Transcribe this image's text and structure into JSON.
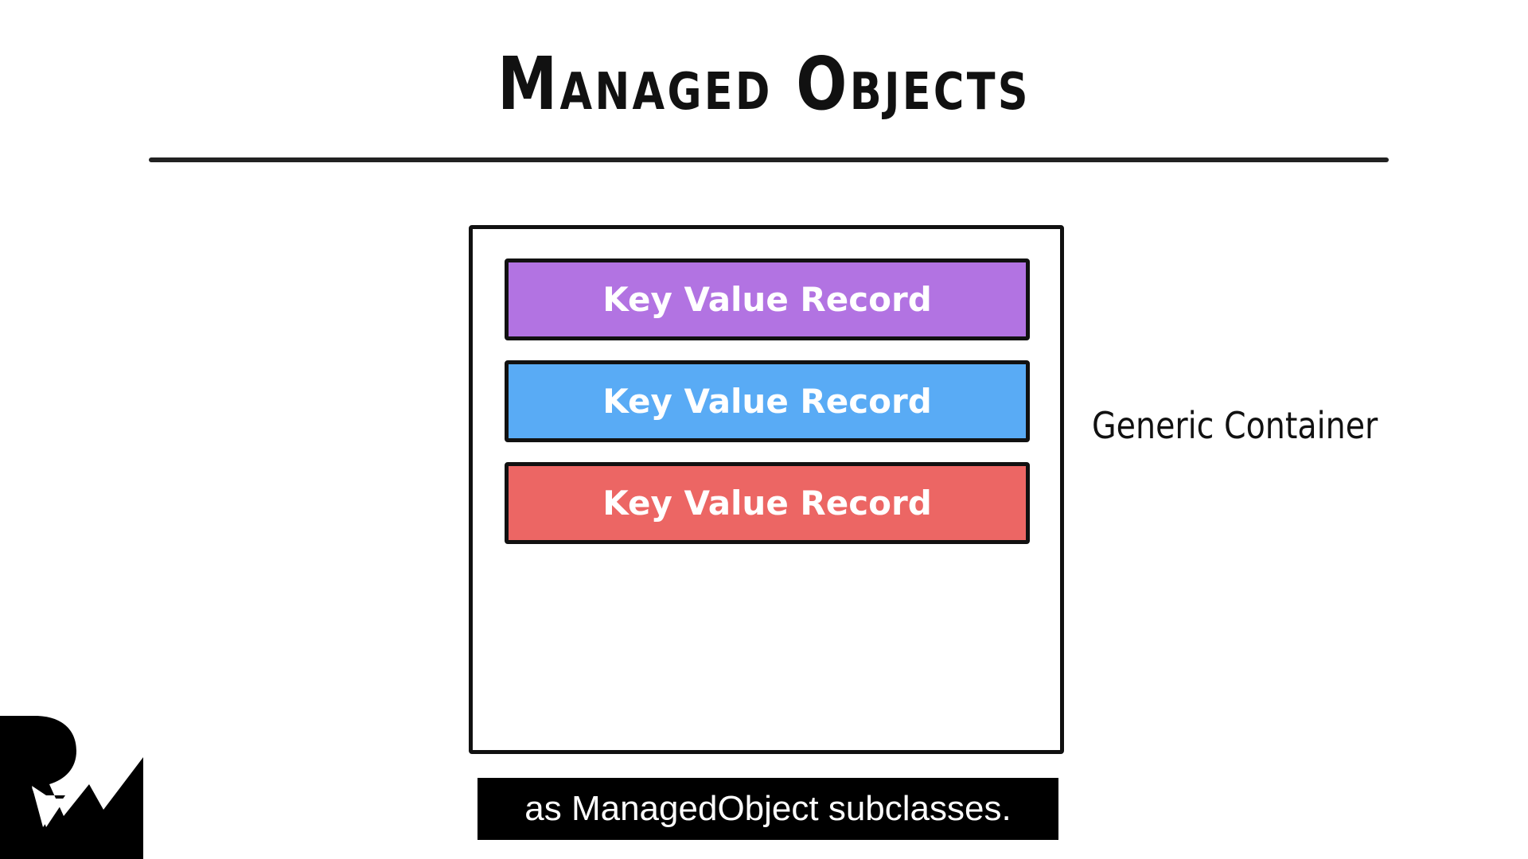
{
  "slide": {
    "title": "Managed Objects",
    "records": [
      {
        "label": "Key Value Record",
        "color": "#B273E2"
      },
      {
        "label": "Key Value Record",
        "color": "#59ABF5"
      },
      {
        "label": "Key Value Record",
        "color": "#EC6664"
      }
    ],
    "container_label": "Generic Container",
    "caption": "as ManagedObject subclasses."
  },
  "logo": {
    "icon": "rw-logo-icon"
  }
}
